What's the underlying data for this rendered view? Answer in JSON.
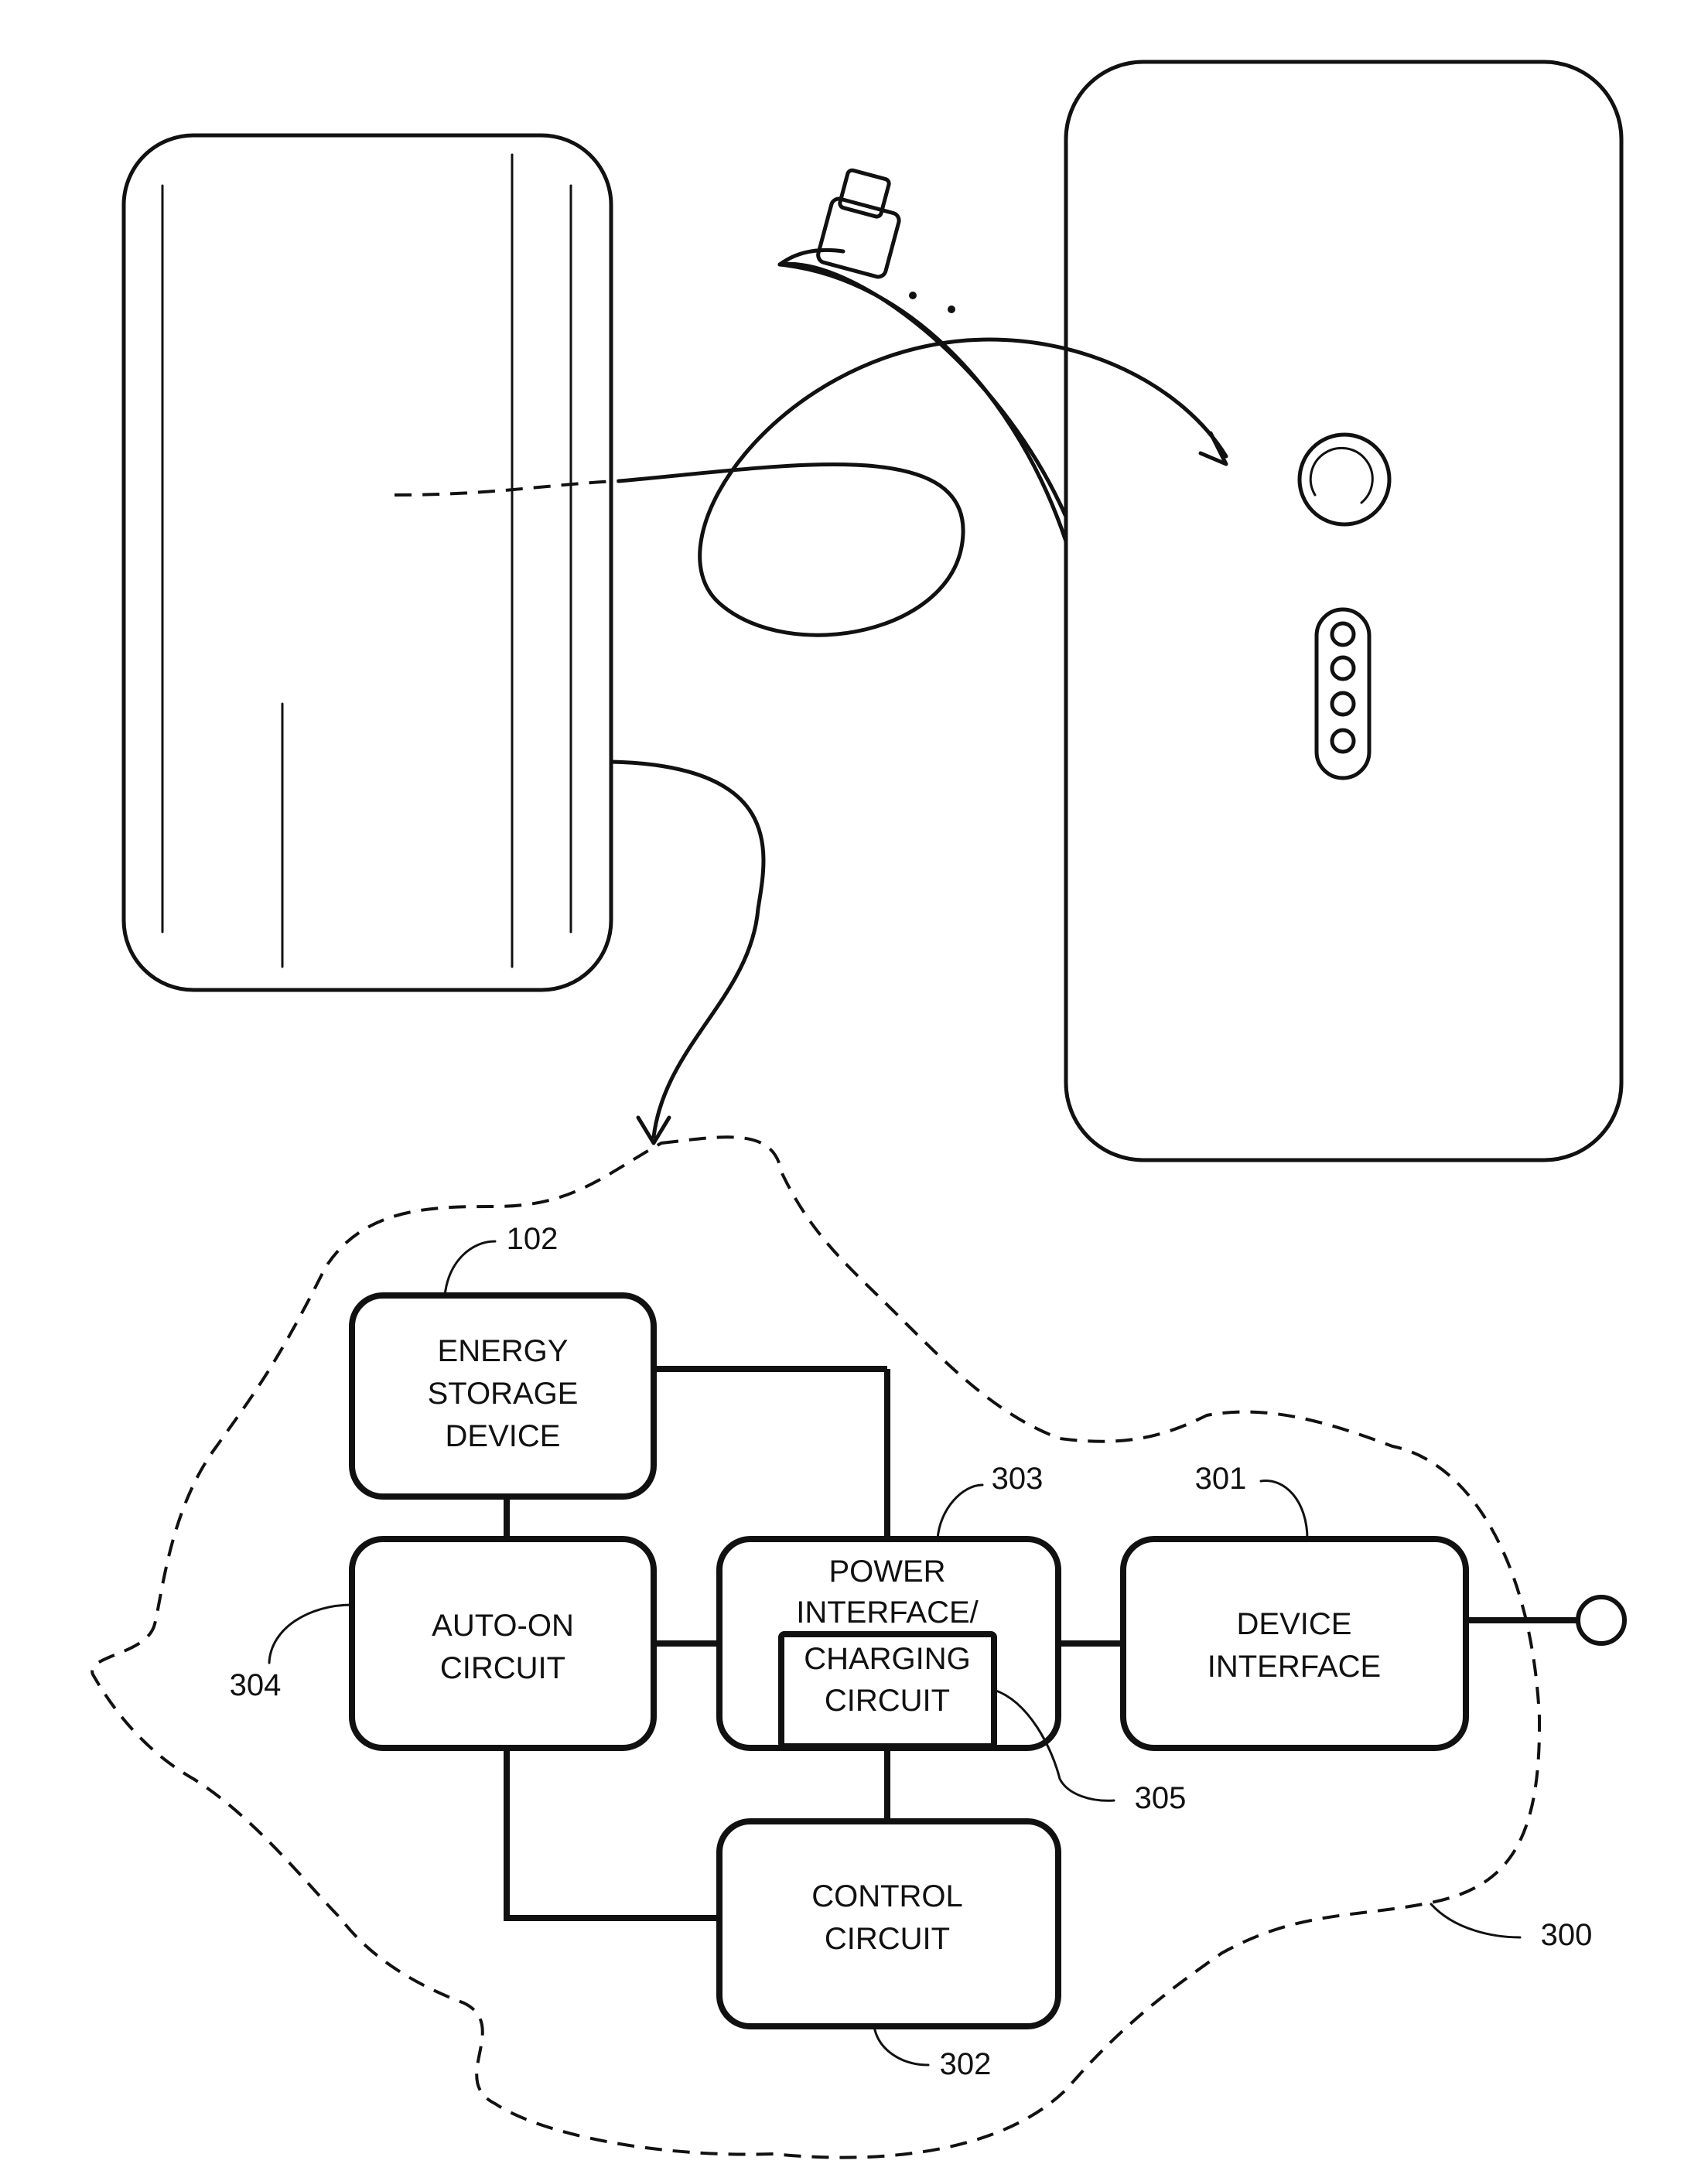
{
  "blocks": {
    "energy_storage": {
      "lines": [
        "ENERGY",
        "STORAGE",
        "DEVICE"
      ],
      "ref": "102"
    },
    "auto_on": {
      "lines": [
        "AUTO-ON",
        "CIRCUIT"
      ],
      "ref": "304"
    },
    "power_interface": {
      "lines": [
        "POWER",
        "INTERFACE/"
      ],
      "ref": "303"
    },
    "charging": {
      "lines": [
        "CHARGING",
        "CIRCUIT"
      ],
      "ref": "305"
    },
    "device_interface": {
      "lines": [
        "DEVICE",
        "INTERFACE"
      ],
      "ref": "301"
    },
    "control": {
      "lines": [
        "CONTROL",
        "CIRCUIT"
      ],
      "ref": "302"
    }
  },
  "system_ref": "300"
}
